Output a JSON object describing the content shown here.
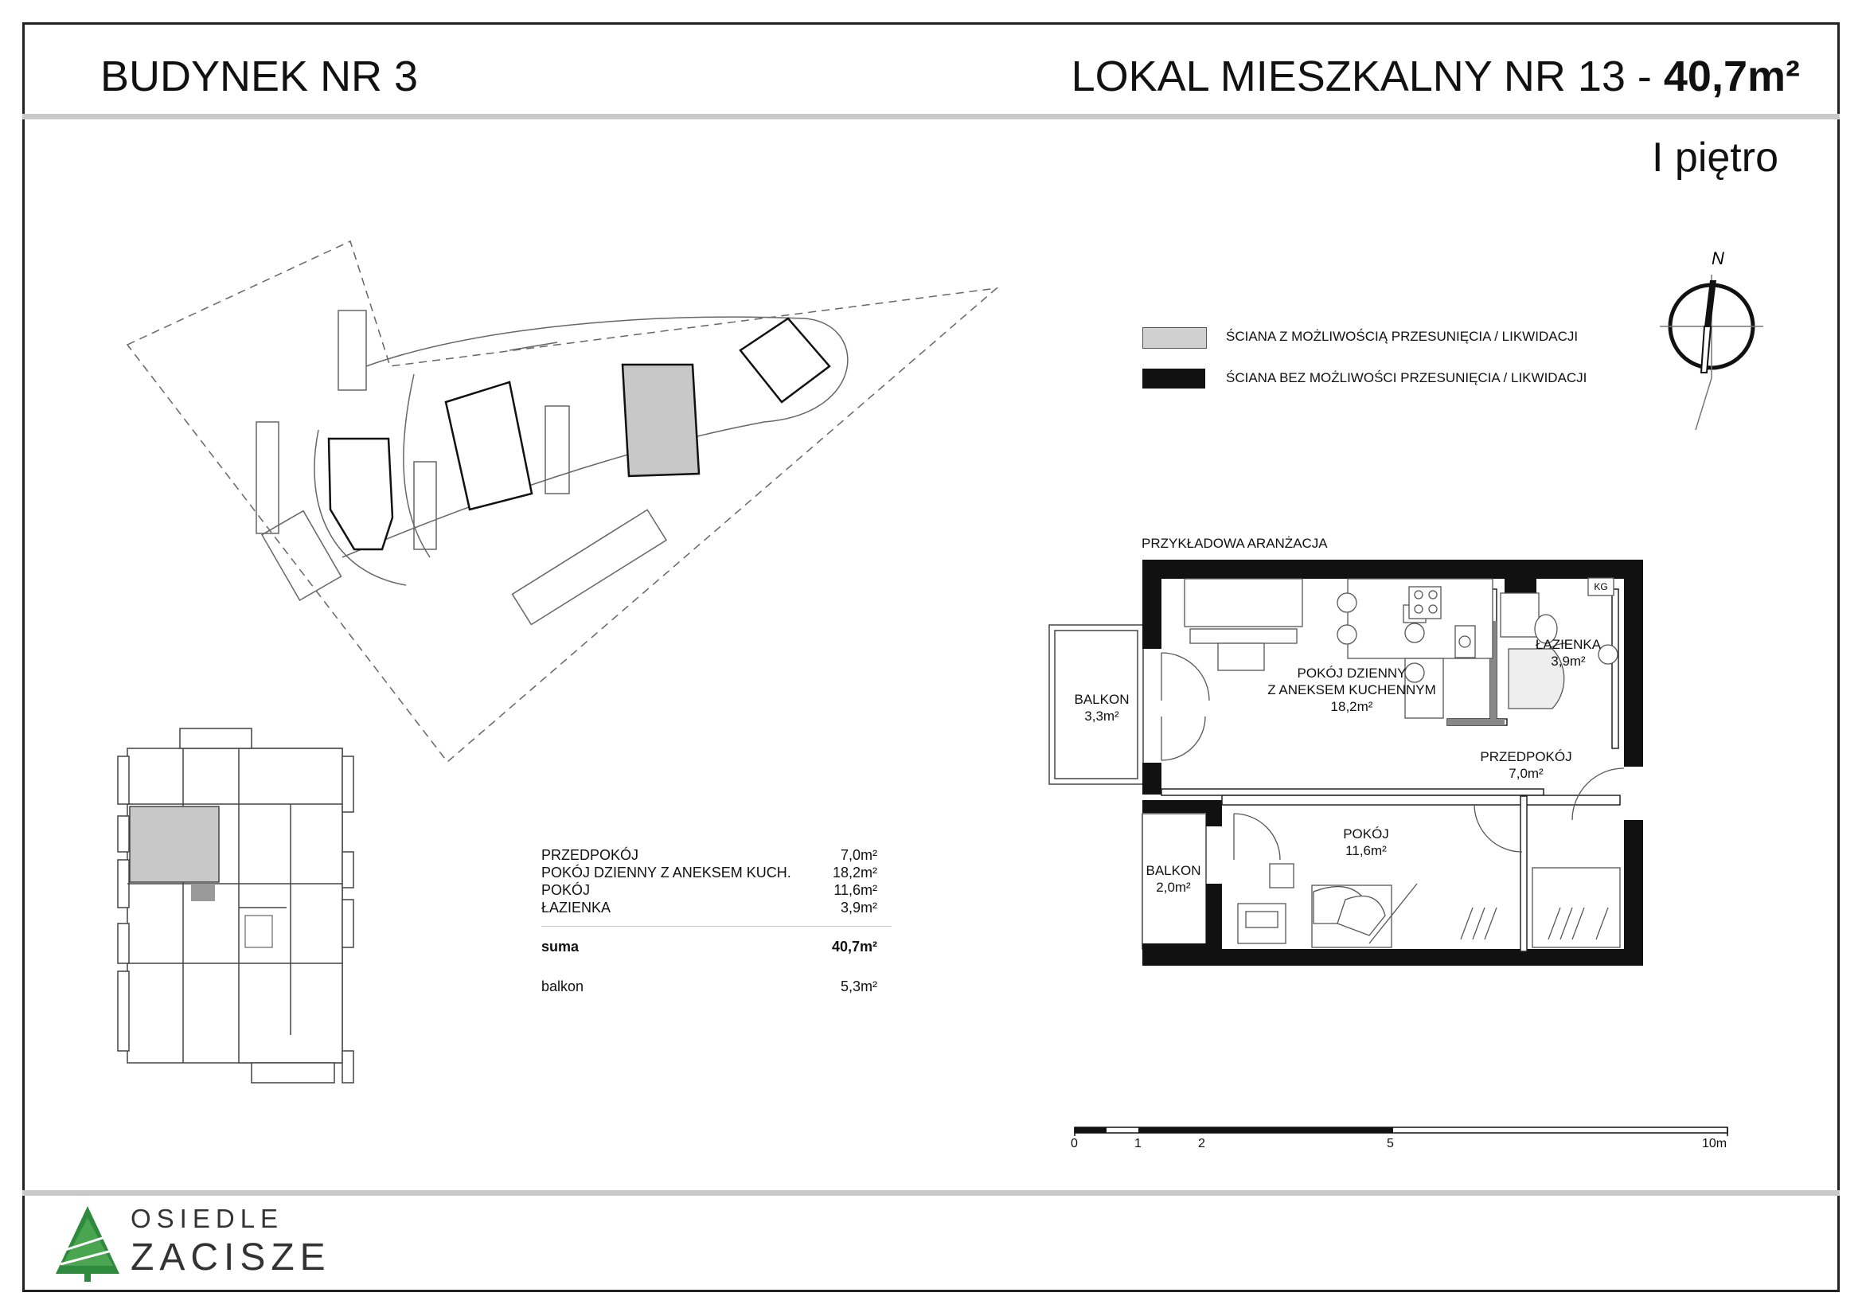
{
  "header": {
    "building": "BUDYNEK NR 3",
    "unit_prefix": "LOKAL MIESZKALNY NR 13 - ",
    "unit_area": "40,7m²",
    "floor": "I piętro"
  },
  "compass": {
    "north": "N"
  },
  "legend": [
    {
      "label": "ŚCIANA Z MOŻLIWOŚCIĄ PRZESUNIĘCIA / LIKWIDACJI",
      "color": "#d0d0d0"
    },
    {
      "label": "ŚCIANA BEZ MOŻLIWOŚCI PRZESUNIĘCIA / LIKWIDACJI",
      "color": "#111111"
    }
  ],
  "arrangement_label": "PRZYKŁADOWA ARANŻACJA",
  "rooms": {
    "living_name1": "POKÓJ DZIENNY",
    "living_name2": "Z ANEKSEM KUCHENNYM",
    "living_area": "18,2m²",
    "bath_name": "ŁAZIENKA",
    "bath_area": "3,9m²",
    "hall_name": "PRZEDPOKÓJ",
    "hall_area": "7,0m²",
    "room_name": "POKÓJ",
    "room_area": "11,6m²",
    "balcony1_name": "BALKON",
    "balcony1_area": "3,3m²",
    "balcony2_name": "BALKON",
    "balcony2_area": "2,0m²",
    "kg": "KG"
  },
  "areas": {
    "rows": [
      {
        "name": "PRZEDPOKÓJ",
        "value": "7,0m²"
      },
      {
        "name": "POKÓJ DZIENNY Z ANEKSEM KUCH.",
        "value": "18,2m²"
      },
      {
        "name": "POKÓJ",
        "value": "11,6m²"
      },
      {
        "name": "ŁAZIENKA",
        "value": "3,9m²"
      }
    ],
    "sum_label": "suma",
    "sum_value": "40,7m²",
    "balcony_label": "balkon",
    "balcony_value": "5,3m²"
  },
  "scale": {
    "labels": [
      "0",
      "1",
      "2",
      "5",
      "10m"
    ]
  },
  "logo": {
    "line1": "OSIEDLE",
    "line2": "ZACISZE",
    "tree_color": "#2e8b3e"
  }
}
